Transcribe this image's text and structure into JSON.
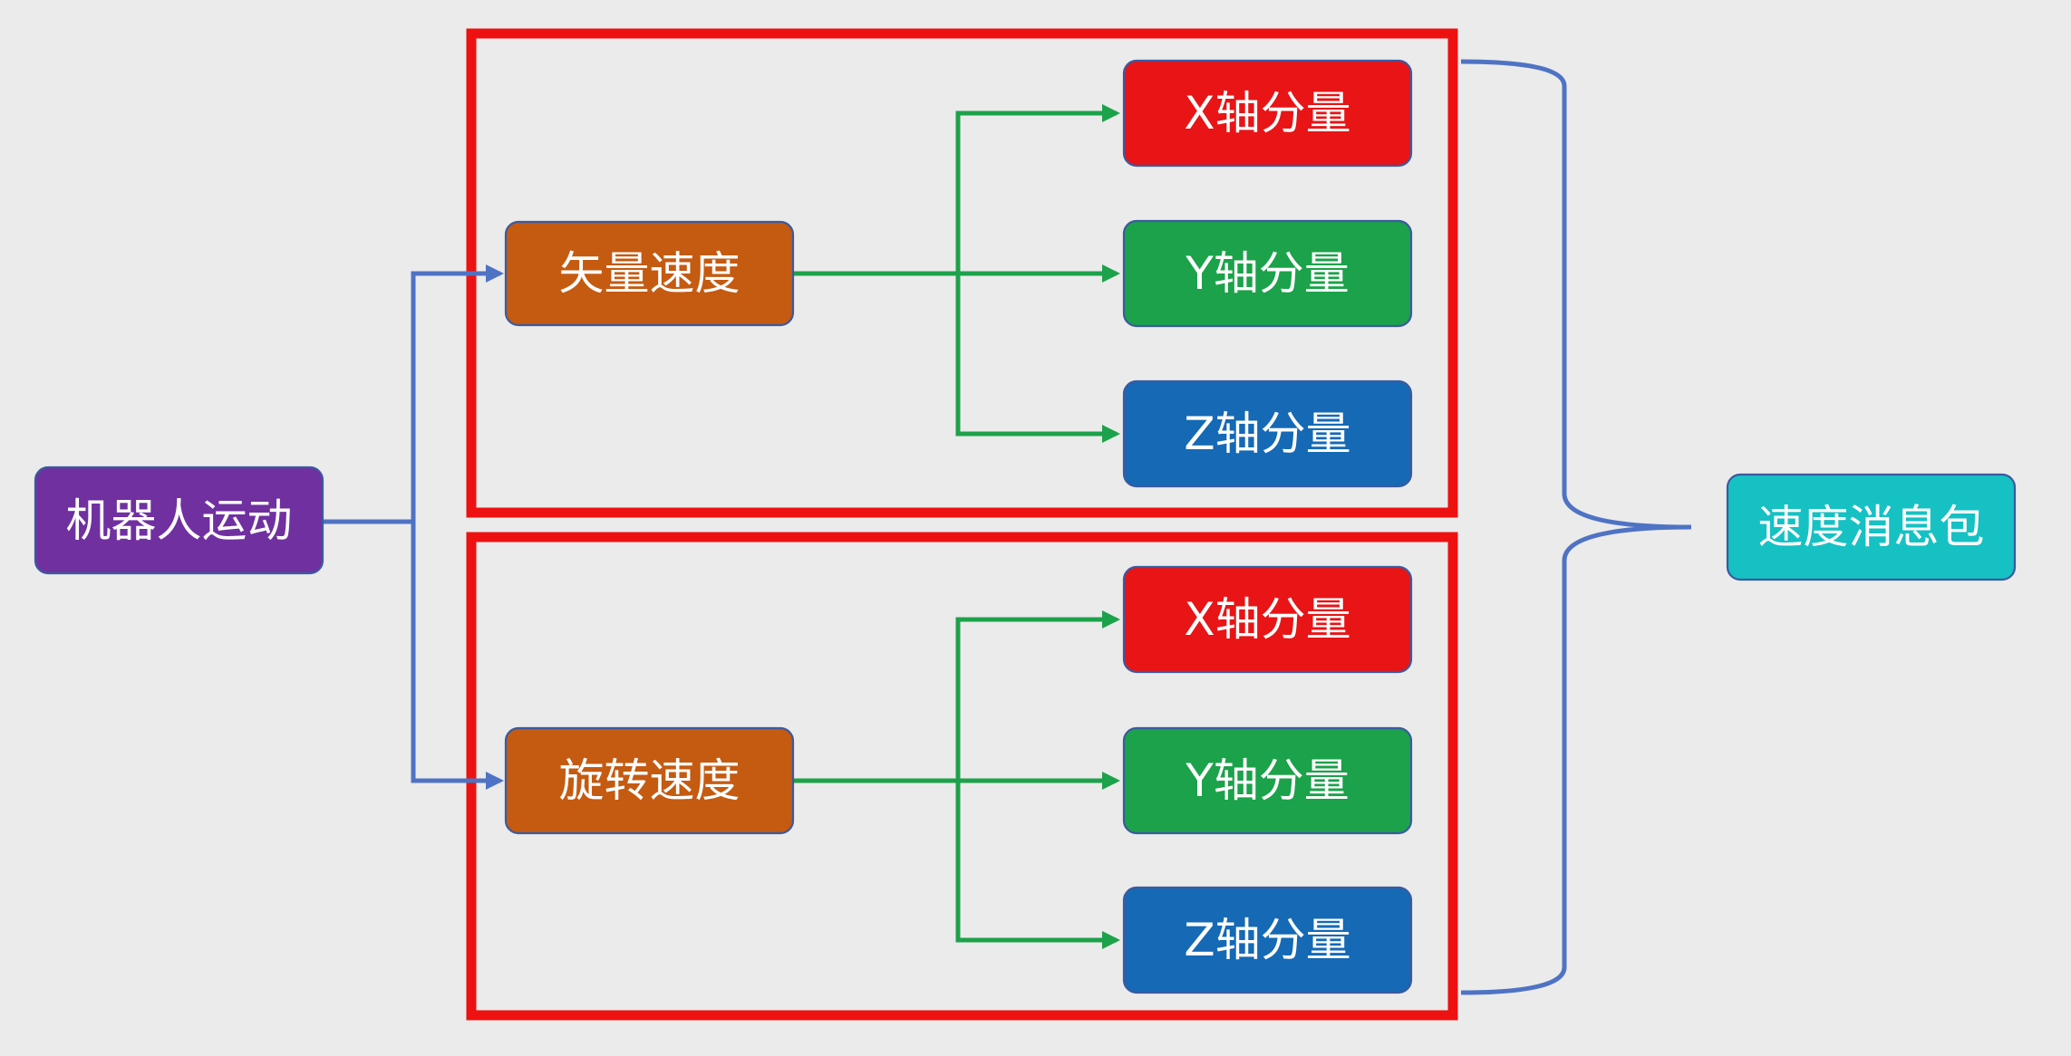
{
  "colors": {
    "background": "#ebebeb",
    "robot_motion": "#7030a0",
    "velocity": "#c55a11",
    "x_component": "#e81416",
    "y_component": "#1ca24a",
    "z_component": "#1569b5",
    "message": "#16c1c4",
    "frame": "#ee1111",
    "blue_connector": "#4f73c4",
    "green_connector": "#1ca24a",
    "node_border": "#3a5aa0"
  },
  "nodes": {
    "robot_motion": "机器人运动",
    "linear_velocity": "矢量速度",
    "angular_velocity": "旋转速度",
    "velocity_message": "速度消息包",
    "linear_components": {
      "x": "X轴分量",
      "y": "Y轴分量",
      "z": "Z轴分量"
    },
    "angular_components": {
      "x": "X轴分量",
      "y": "Y轴分量",
      "z": "Z轴分量"
    }
  }
}
